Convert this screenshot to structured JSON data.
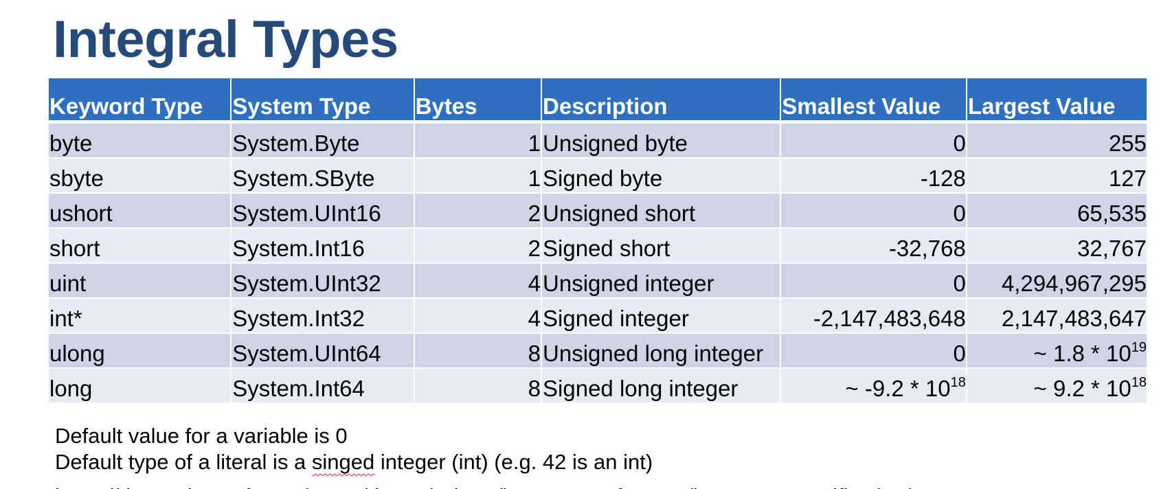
{
  "slide": {
    "title": "Integral Types"
  },
  "table": {
    "columns": [
      "Keyword Type",
      "System Type",
      "Bytes",
      "Description",
      "Smallest Value",
      "Largest Value"
    ],
    "rows": [
      {
        "keyword": "byte",
        "system": "System.Byte",
        "bytes": "1",
        "description": "Unsigned byte",
        "smallest": "0",
        "smallest_exp": "",
        "largest": "255",
        "largest_exp": ""
      },
      {
        "keyword": "sbyte",
        "system": "System.SByte",
        "bytes": "1",
        "description": "Signed byte",
        "smallest": "-128",
        "smallest_exp": "",
        "largest": "127",
        "largest_exp": ""
      },
      {
        "keyword": "ushort",
        "system": "System.UInt16",
        "bytes": "2",
        "description": "Unsigned short",
        "smallest": "0",
        "smallest_exp": "",
        "largest": "65,535",
        "largest_exp": ""
      },
      {
        "keyword": "short",
        "system": "System.Int16",
        "bytes": "2",
        "description": "Signed short",
        "smallest": "-32,768",
        "smallest_exp": "",
        "largest": "32,767",
        "largest_exp": ""
      },
      {
        "keyword": "uint",
        "system": "System.UInt32",
        "bytes": "4",
        "description": "Unsigned integer",
        "smallest": "0",
        "smallest_exp": "",
        "largest": "4,294,967,295",
        "largest_exp": ""
      },
      {
        "keyword": "int*",
        "system": "System.Int32",
        "bytes": "4",
        "description": "Signed integer",
        "smallest": "-2,147,483,648",
        "smallest_exp": "",
        "largest": "2,147,483,647",
        "largest_exp": ""
      },
      {
        "keyword": "ulong",
        "system": "System.UInt64",
        "bytes": "8",
        "description": "Unsigned long integer",
        "smallest": "0",
        "smallest_exp": "",
        "largest": "~ 1.8 * 10",
        "largest_exp": "19"
      },
      {
        "keyword": "long",
        "system": "System.Int64",
        "bytes": "8",
        "description": "Signed long integer",
        "smallest": "~ -9.2 * 10",
        "smallest_exp": "18",
        "largest": "~ 9.2 * 10",
        "largest_exp": "18"
      }
    ]
  },
  "notes": {
    "line1": "Default value for a variable is 0",
    "line2_before": "Default type of a literal is a ",
    "line2_misspelled": "singed",
    "line2_after": " integer (int) (e.g. 42 is an int)",
    "line3_cutoff": "https://docs.microsoft.com/en-us/dotnet/csharp/language-reference/language-specification/types"
  },
  "colors": {
    "title": "#254a79",
    "header_bg": "#2e6fc0",
    "row_odd": "#cfd5e6",
    "row_even": "#e8ebf4",
    "spellcheck": "#d92b2b"
  }
}
